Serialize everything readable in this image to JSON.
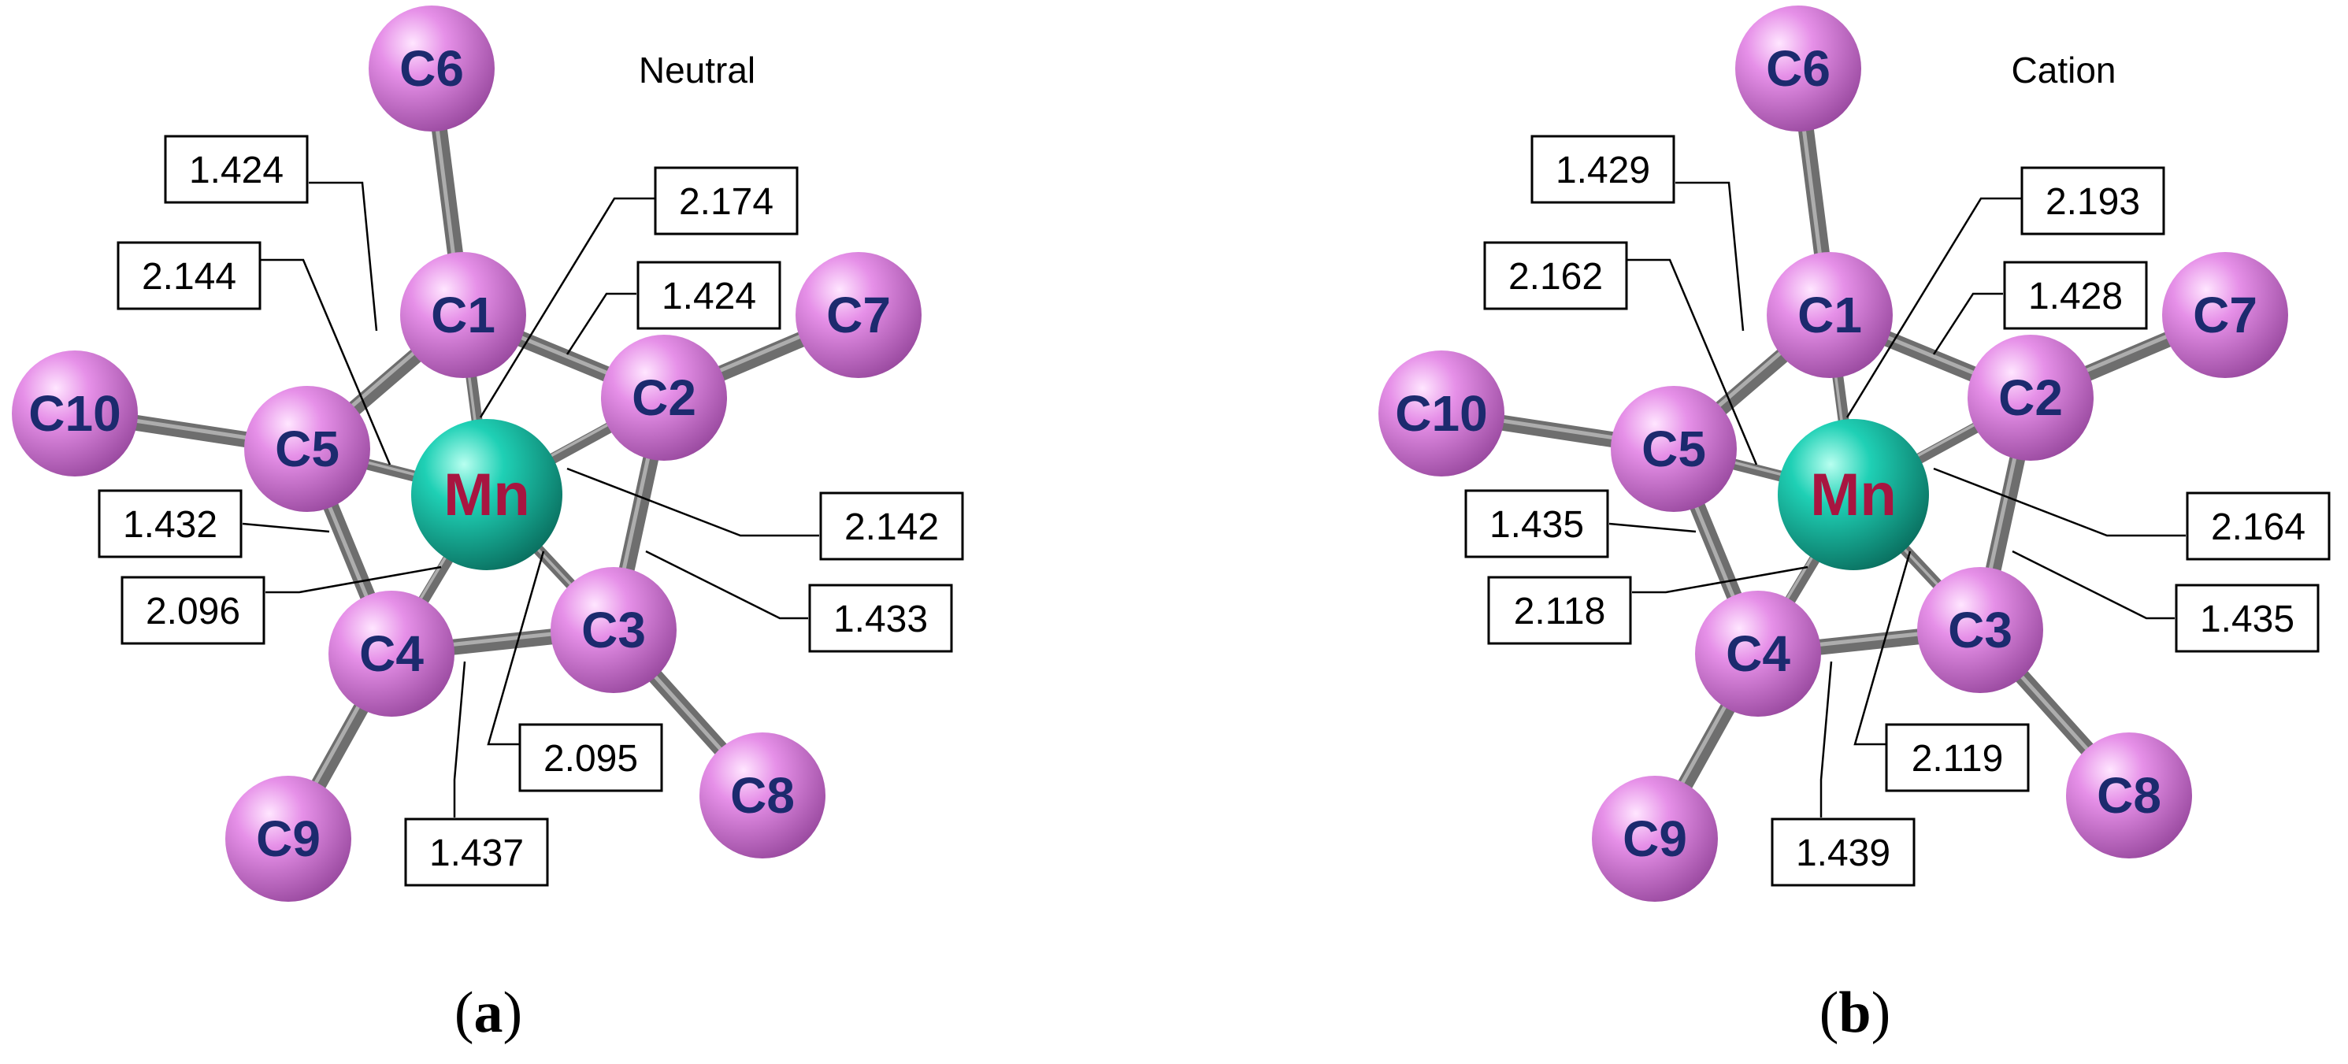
{
  "colors": {
    "carbon": "#dc7fe0",
    "manganese": "#15b7a2",
    "carbon_label": "#1c2a6e",
    "manganese_label": "#a81540",
    "bond": "#6e6e6e"
  },
  "atoms": [
    "C1",
    "C2",
    "C3",
    "C4",
    "C5",
    "C6",
    "C7",
    "C8",
    "C9",
    "C10",
    "Mn"
  ],
  "panels": [
    {
      "state": "Neutral",
      "caption_letter": "a",
      "distances": [
        "1.424",
        "2.144",
        "2.174",
        "1.424",
        "1.432",
        "2.096",
        "2.142",
        "1.433",
        "2.095",
        "1.437"
      ]
    },
    {
      "state": "Cation",
      "caption_letter": "b",
      "distances": [
        "1.429",
        "2.162",
        "2.193",
        "1.428",
        "1.435",
        "2.118",
        "2.164",
        "1.435",
        "2.119",
        "1.439"
      ]
    }
  ]
}
